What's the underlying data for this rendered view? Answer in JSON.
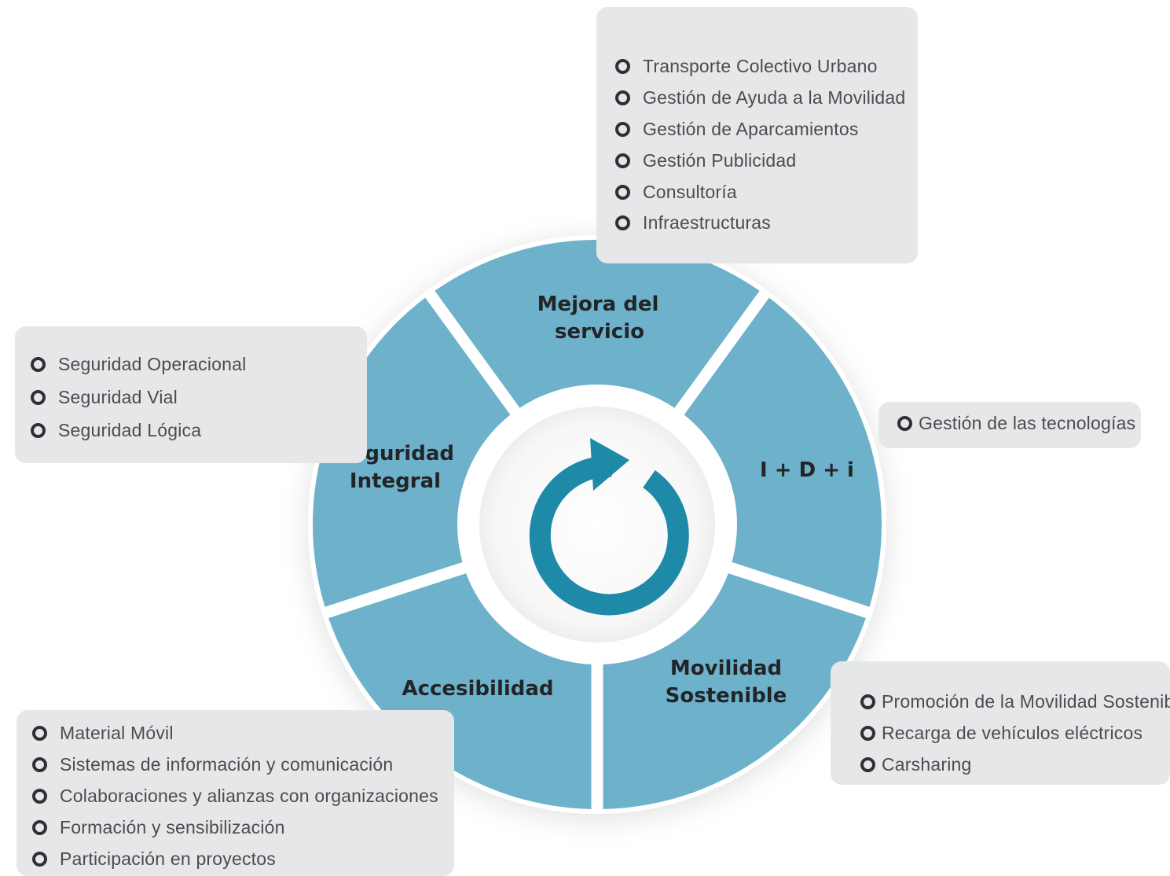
{
  "panels": {
    "top": {
      "items": [
        "Transporte Colectivo Urbano",
        "Gestión de Ayuda a la Movilidad",
        "Gestión de Aparcamientos",
        "Gestión Publicidad",
        "Consultoría",
        "Infraestructuras"
      ]
    },
    "left": {
      "items": [
        "Seguridad Operacional",
        "Seguridad Vial",
        "Seguridad Lógica"
      ]
    },
    "right": {
      "items": [
        "Gestión de las tecnologías"
      ]
    },
    "bottom_right": {
      "items": [
        "Promoción de la Movilidad Sostenible",
        "Recarga de vehículos eléctricos",
        "Carsharing"
      ]
    },
    "bottom_left": {
      "items": [
        "Material Móvil",
        "Sistemas de información y comunicación",
        "Colaboraciones y alianzas con organizaciones",
        "Formación y sensibilización",
        "Participación en proyectos"
      ]
    }
  },
  "wheel": {
    "segments": {
      "mejora": {
        "line1": "Mejora del",
        "line2": "servicio"
      },
      "idi": {
        "line1": "I + D + i"
      },
      "movilidad": {
        "line1": "Movilidad",
        "line2": "Sostenible"
      },
      "accesibilidad": {
        "line1": "Accesibilidad"
      },
      "seguridad": {
        "line1": "Seguridad",
        "line2": "Integral"
      }
    },
    "center_icon": "circular-arrow-icon"
  },
  "colors": {
    "segment": "#6db1cb",
    "arrow": "#1e8aa8",
    "panel": "#e6e7e8",
    "text": "#4a4c4f",
    "label": "#232426"
  }
}
